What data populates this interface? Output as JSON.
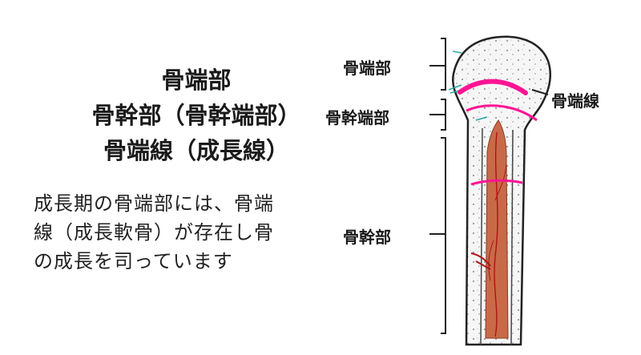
{
  "title_lines": [
    "骨端部",
    "骨幹部（骨幹端部）",
    "骨端線（成長線）"
  ],
  "description_lines": [
    "成長期の骨端部には、骨端",
    "線（成長軟骨）が存在し骨",
    "の成長を司っています"
  ],
  "labels": {
    "epiphysis": "骨端部",
    "metaphysis": "骨幹端部",
    "diaphysis": "骨幹部",
    "growth_plate": "骨端線"
  },
  "colors": {
    "growth_line": "#ff1493",
    "marrow": "#c86a48",
    "vessel": "#b01414",
    "bone_fill": "#f4f4f4",
    "outline": "#222222"
  }
}
